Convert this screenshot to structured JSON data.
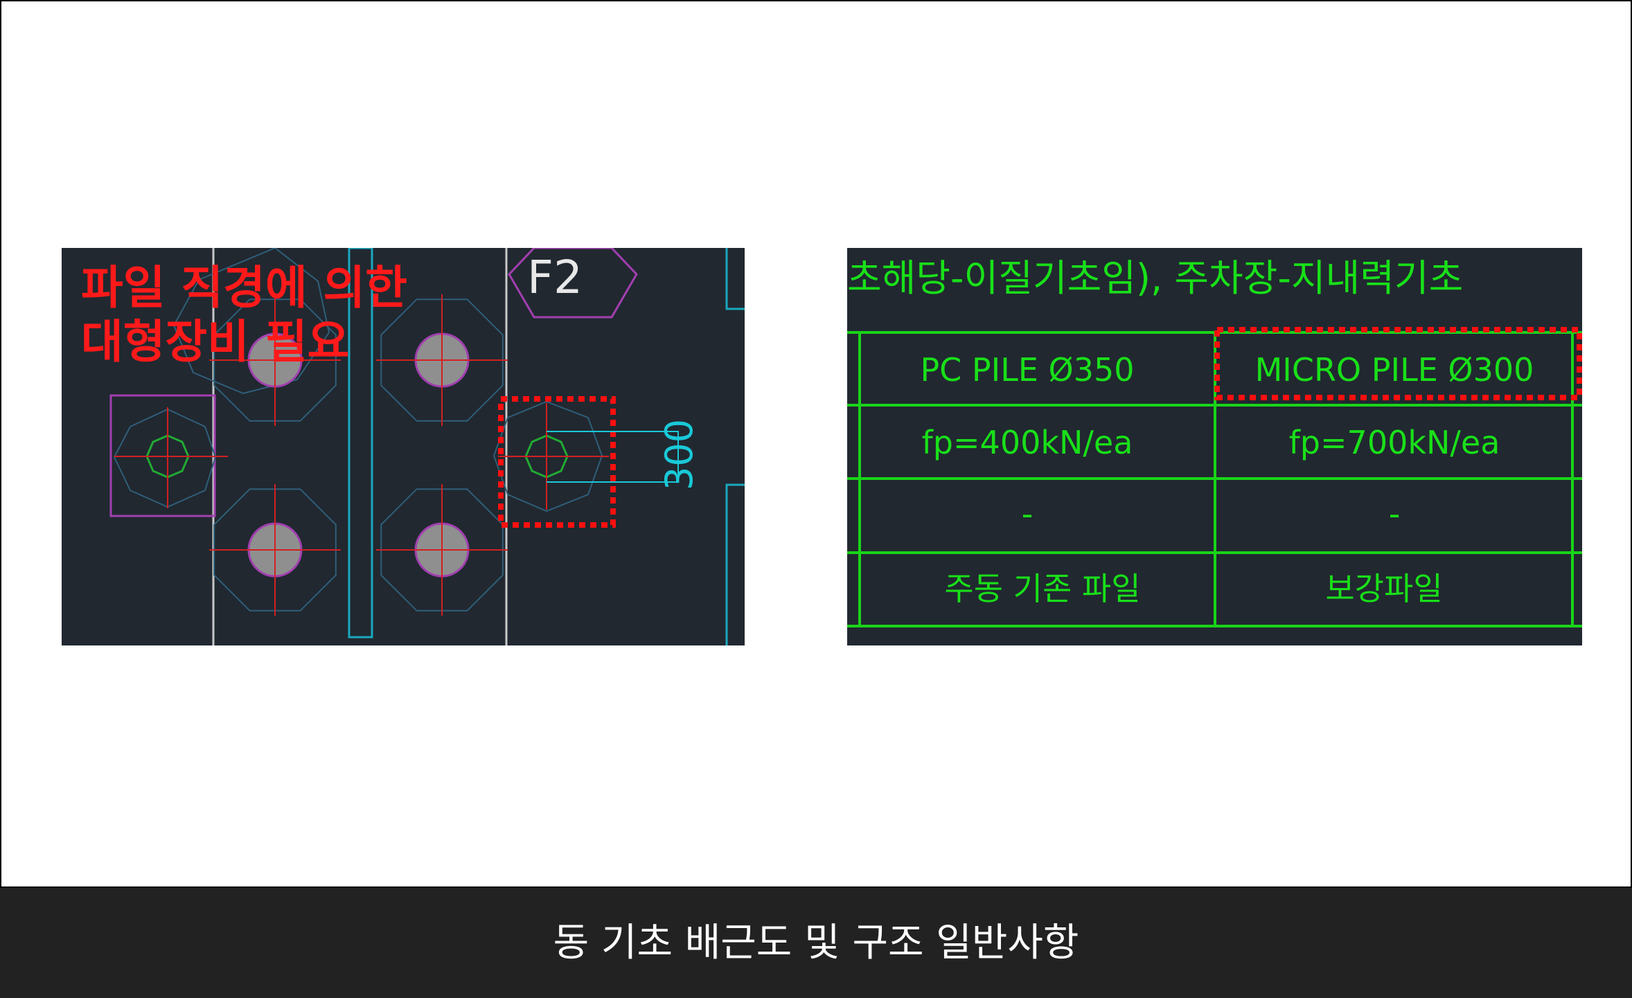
{
  "left_drawing": {
    "note_line1": "파일 직경에 의한",
    "note_line2": "대형장비 필요",
    "footing_label": "F2",
    "dimension_label": "300"
  },
  "right_drawing": {
    "header_text": "초해당-이질기초임), 주차장-지내력기초",
    "table": {
      "rows": [
        [
          "PC PILE Ø350",
          "MICRO PILE Ø300"
        ],
        [
          "fp=400kN/ea",
          "fp=700kN/ea"
        ],
        [
          "-",
          "-"
        ],
        [
          "주동 기존 파일",
          "보강파일"
        ]
      ]
    }
  },
  "caption": "동 기초 배근도 및 구조 일반사항",
  "colors": {
    "cad_background": "#212830",
    "note_red": "#ff1a1a",
    "table_green": "#19e019",
    "dimension_cyan": "#19c9d8",
    "caption_bar": "#222222"
  }
}
